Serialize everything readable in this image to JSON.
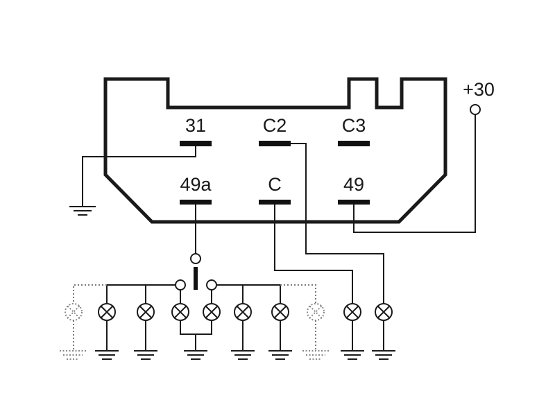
{
  "diagram": {
    "terminals": {
      "t31": "31",
      "tC2": "C2",
      "tC3": "C3",
      "t49a": "49a",
      "tC": "C",
      "t49": "49",
      "tPlus30": "+30"
    },
    "lamps": {
      "solid_count": 8,
      "auxiliary_dotted_count": 2
    },
    "colors": {
      "line": "#1a1a1a",
      "dotted_line": "#888888",
      "background": "#ffffff"
    }
  }
}
